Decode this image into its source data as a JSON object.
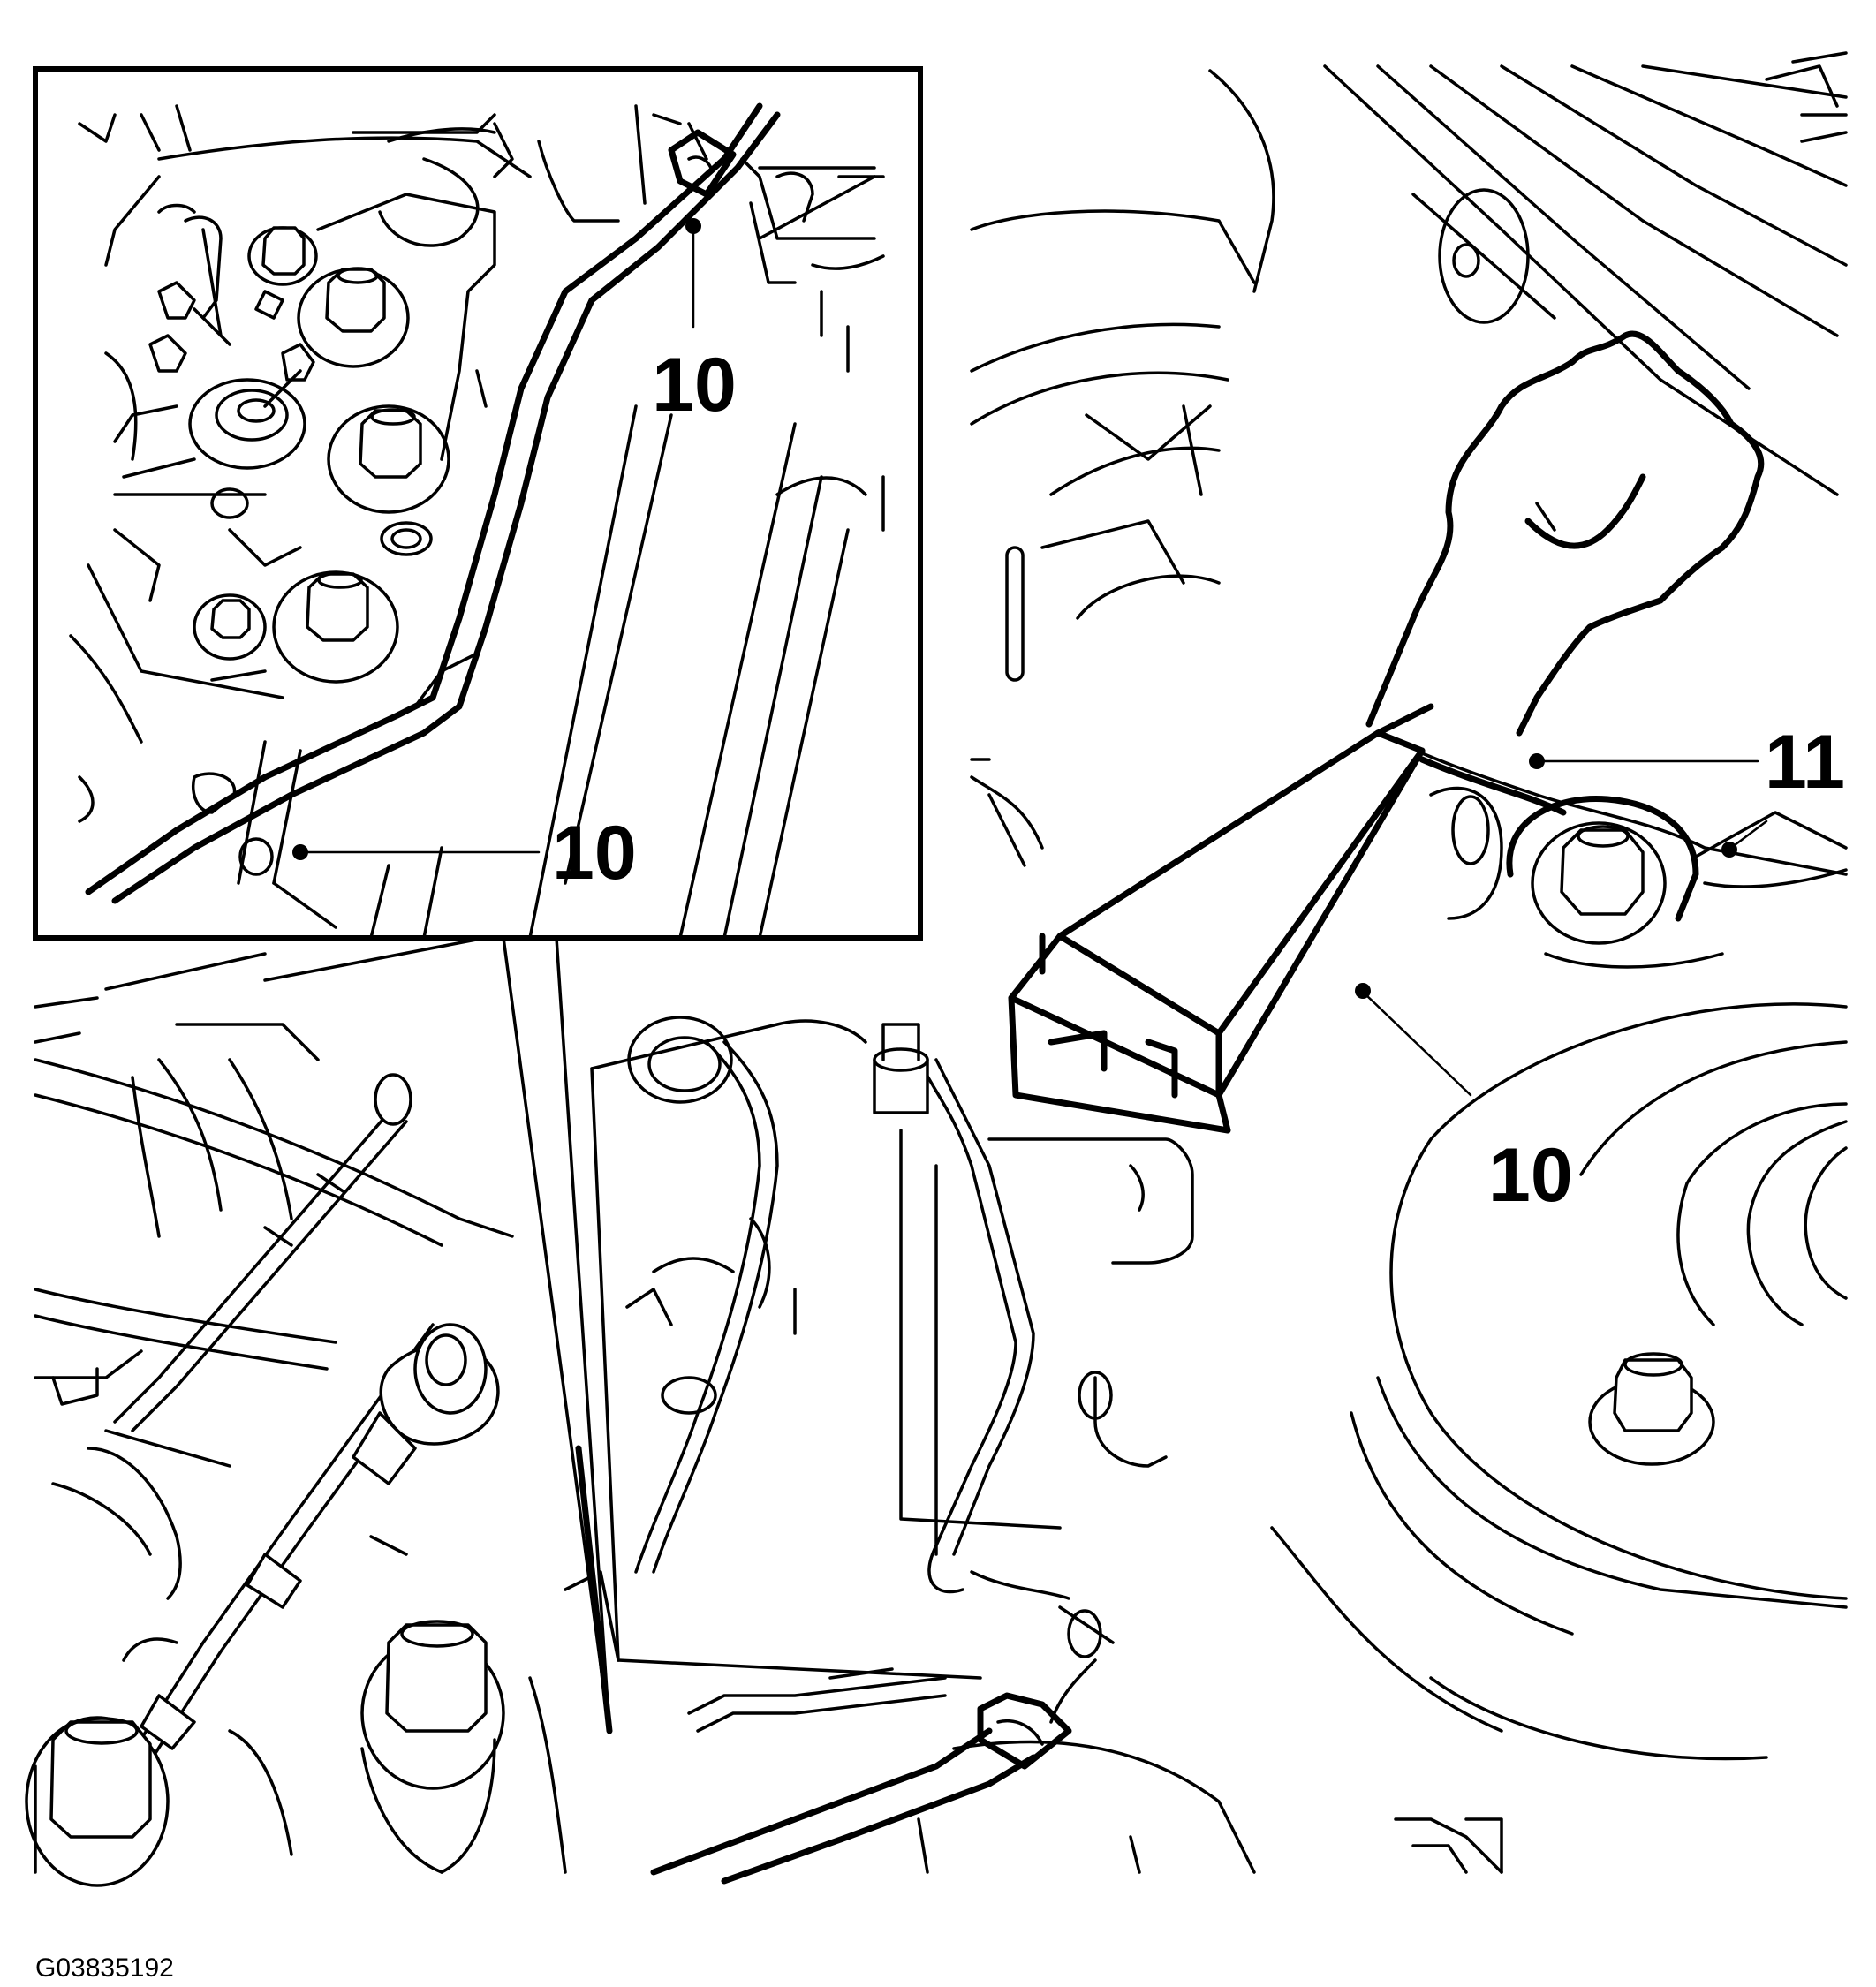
{
  "figure": {
    "id_label": "G03835192",
    "callouts": {
      "inset_upper": "10",
      "inset_lower": "10",
      "main_connector": "10",
      "main_bracket": "11"
    }
  }
}
